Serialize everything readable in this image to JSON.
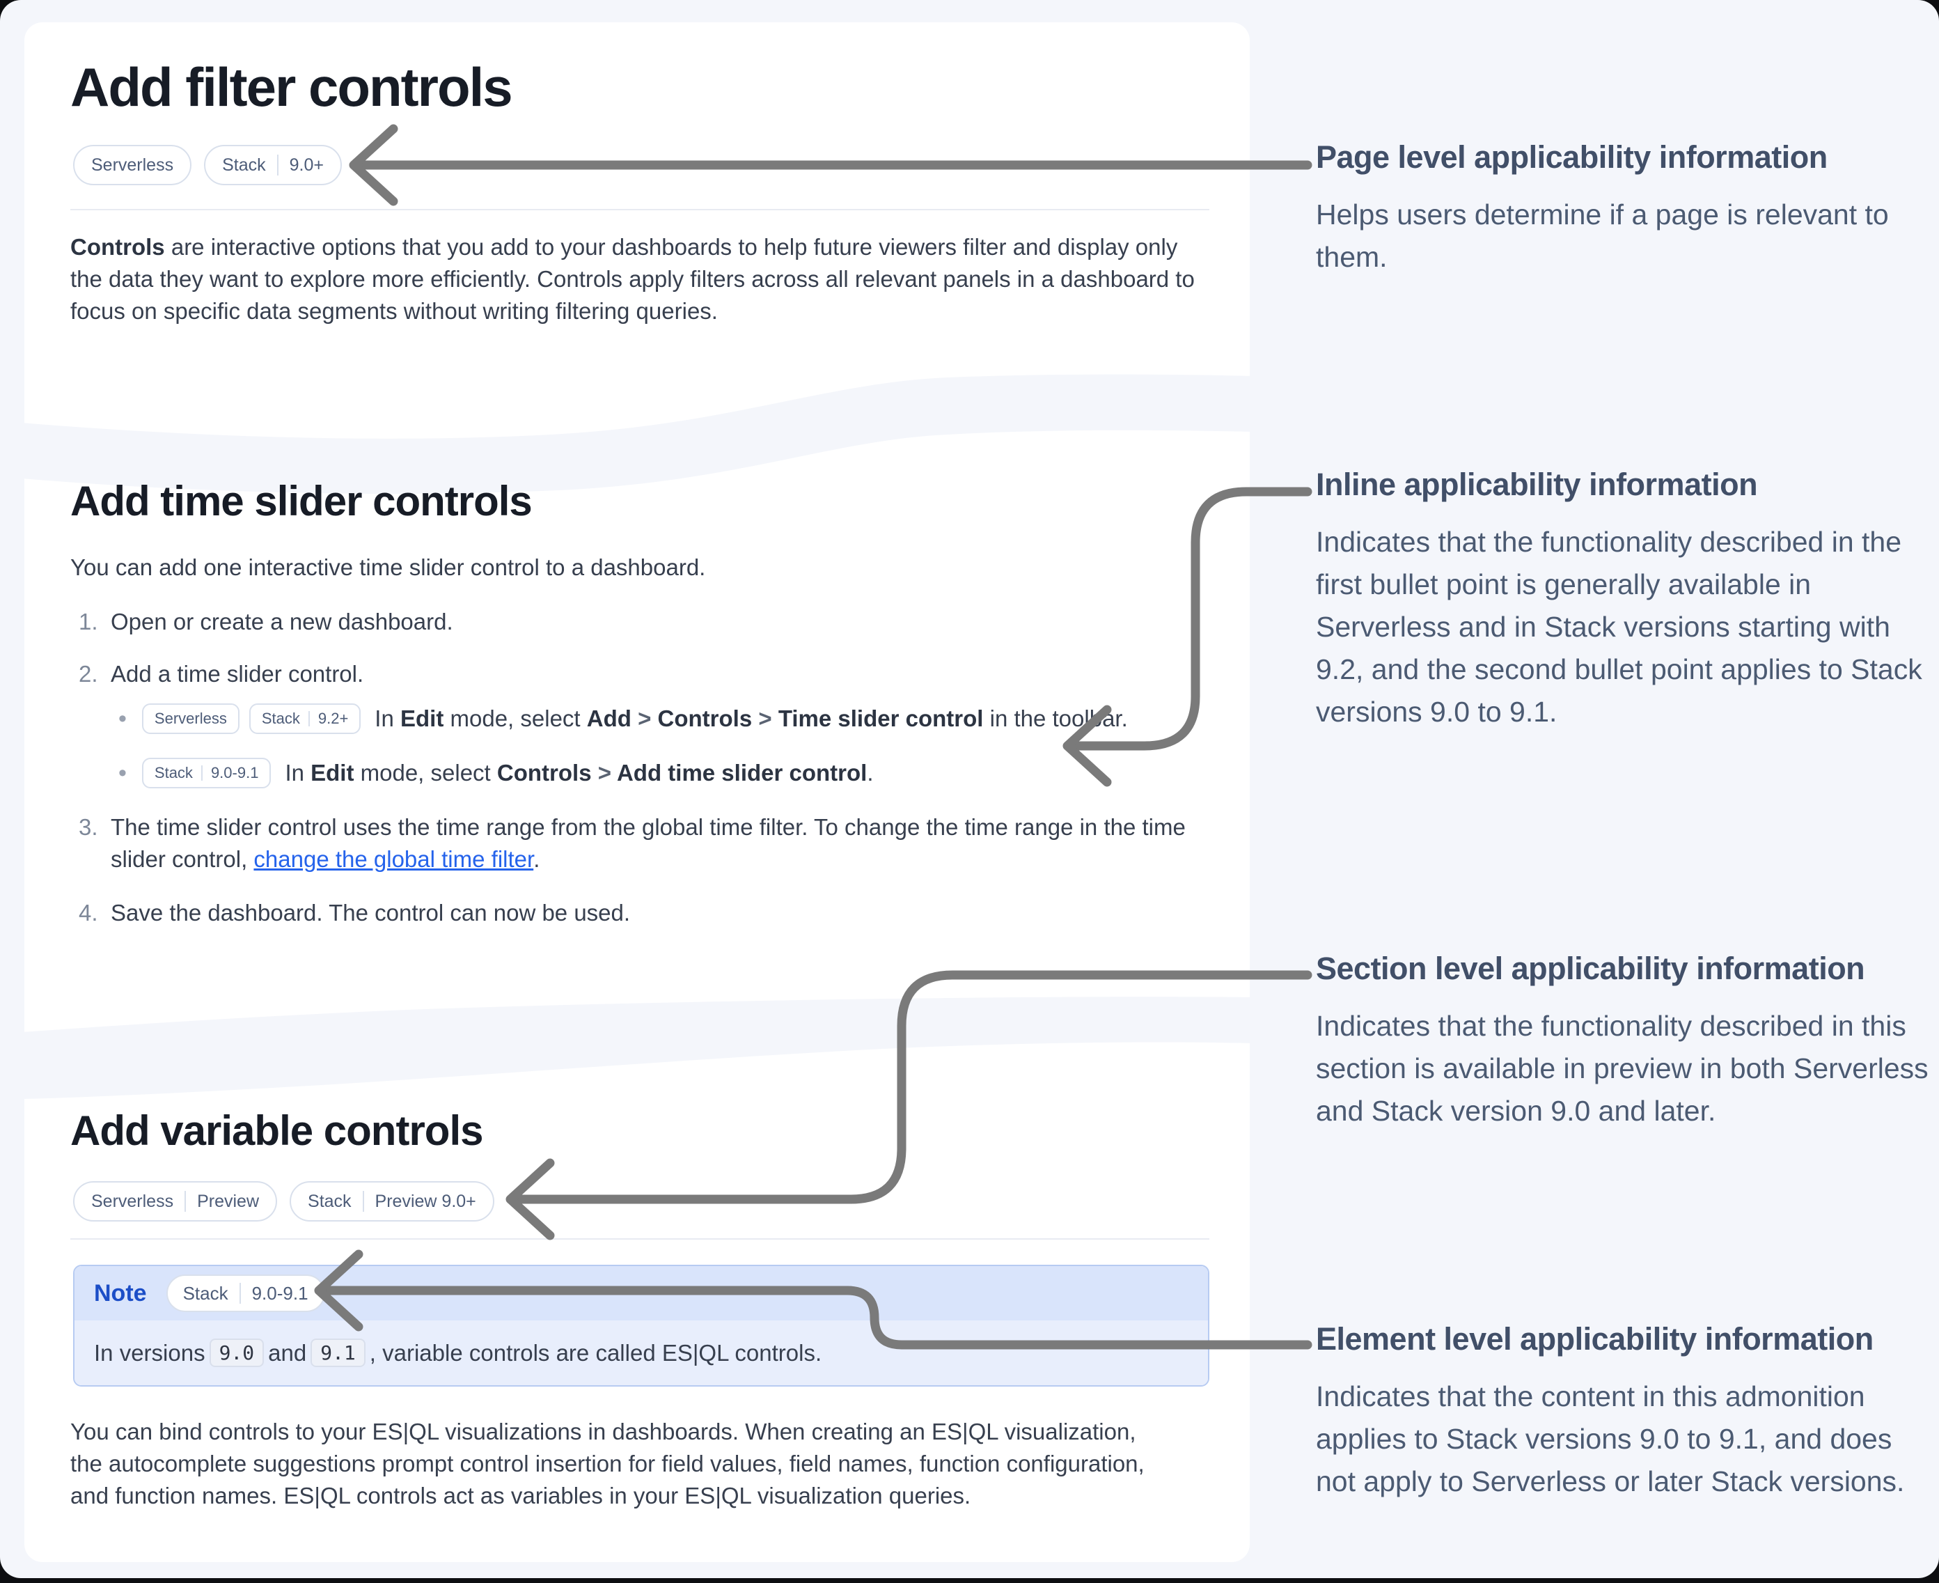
{
  "colors": {
    "page_bg": "#f4f6fb",
    "card_bg": "#ffffff",
    "frame": "#0d0e11",
    "heading": "#171c26",
    "text": "#373f4e",
    "list_marker": "#7d8798",
    "badge_border": "#d9e0ec",
    "badge_text": "#4d5c78",
    "link": "#2563eb",
    "rule": "#e8ebf2",
    "note_border": "#b7cbf2",
    "note_header_bg": "#d9e4fb",
    "note_body_bg": "#e8eefc",
    "note_label": "#1c4ec7",
    "chip_bg": "#eef1f8",
    "chip_border": "#d9dfec",
    "ann_heading": "#414f68",
    "ann_text": "#4b5a72",
    "arrow": "#7a7a7a"
  },
  "icons": {
    "bullet": "•"
  },
  "cards": [
    {
      "title": "Add filter controls",
      "badges": [
        {
          "parts": [
            "Serverless"
          ]
        },
        {
          "parts": [
            "Stack",
            "9.0+"
          ]
        }
      ],
      "paragraph": [
        {
          "b": "Controls"
        },
        {
          "t": " are interactive options that you add to your dashboards to help future viewers filter and display only the data they want to explore more efficiently. Controls apply filters across all relevant panels in a dashboard to focus on specific data segments without writing filtering queries."
        }
      ]
    },
    {
      "title": "Add time slider controls",
      "intro": "You can add one interactive time slider control to a dashboard.",
      "steps": [
        {
          "num": "1.",
          "segments": [
            {
              "t": "Open or create a new dashboard."
            }
          ]
        },
        {
          "num": "2.",
          "segments": [
            {
              "t": "Add a time slider control."
            }
          ],
          "bullets": [
            {
              "badges": [
                {
                  "parts": [
                    "Serverless"
                  ]
                },
                {
                  "parts": [
                    "Stack",
                    "9.2+"
                  ]
                }
              ],
              "segments": [
                {
                  "t": "In "
                },
                {
                  "b": "Edit"
                },
                {
                  "t": " mode, select "
                },
                {
                  "b": "Add"
                },
                {
                  "sep": " > "
                },
                {
                  "b": "Controls"
                },
                {
                  "sep": " > "
                },
                {
                  "b": "Time slider control"
                },
                {
                  "t": " in the toolbar."
                }
              ]
            },
            {
              "badges": [
                {
                  "parts": [
                    "Stack",
                    "9.0-9.1"
                  ]
                }
              ],
              "segments": [
                {
                  "t": "In "
                },
                {
                  "b": "Edit"
                },
                {
                  "t": " mode, select "
                },
                {
                  "b": "Controls"
                },
                {
                  "sep": " > "
                },
                {
                  "b": "Add time slider control"
                },
                {
                  "t": "."
                }
              ]
            }
          ]
        },
        {
          "num": "3.",
          "segments": [
            {
              "t": "The time slider control uses the time range from the global time filter. To change the time range in the time slider control, "
            },
            {
              "a": "change the global time filter"
            },
            {
              "t": "."
            }
          ]
        },
        {
          "num": "4.",
          "segments": [
            {
              "t": "Save the dashboard. The control can now be used."
            }
          ]
        }
      ]
    },
    {
      "title": "Add variable controls",
      "badges": [
        {
          "parts": [
            "Serverless",
            "Preview"
          ]
        },
        {
          "parts": [
            "Stack",
            "Preview 9.0+"
          ]
        }
      ],
      "note": {
        "label": "Note",
        "badges": [
          {
            "parts": [
              "Stack",
              "9.0-9.1"
            ]
          }
        ],
        "segments": [
          {
            "t": "In versions "
          },
          {
            "c": "9.0"
          },
          {
            "t": " and "
          },
          {
            "c": "9.1"
          },
          {
            "t": ", variable controls are called ES|QL controls."
          }
        ]
      },
      "paragraph": [
        {
          "t": "You can bind controls to your ES|QL visualizations in dashboards. When creating an ES|QL visualization, the autocomplete suggestions prompt control insertion for field values, field names, function configuration, and function names. ES|QL controls act as variables in your ES|QL visualization queries."
        }
      ]
    }
  ],
  "annotations": [
    {
      "title": "Page level applicability information",
      "body": "Helps users determine if a page is relevant to them."
    },
    {
      "title": "Inline applicability information",
      "body": "Indicates that the functionality described in the first bullet point is generally available in Serverless and in Stack versions starting with 9.2, and the second bullet point applies to Stack versions 9.0 to 9.1."
    },
    {
      "title": "Section level applicability information",
      "body": "Indicates that the functionality described in this section is available in preview in both Serverless and Stack version 9.0 and later."
    },
    {
      "title": "Element level applicability information",
      "body": "Indicates that the content in this admonition applies to Stack versions 9.0 to 9.1, and does not apply to Serverless or later Stack versions."
    }
  ]
}
